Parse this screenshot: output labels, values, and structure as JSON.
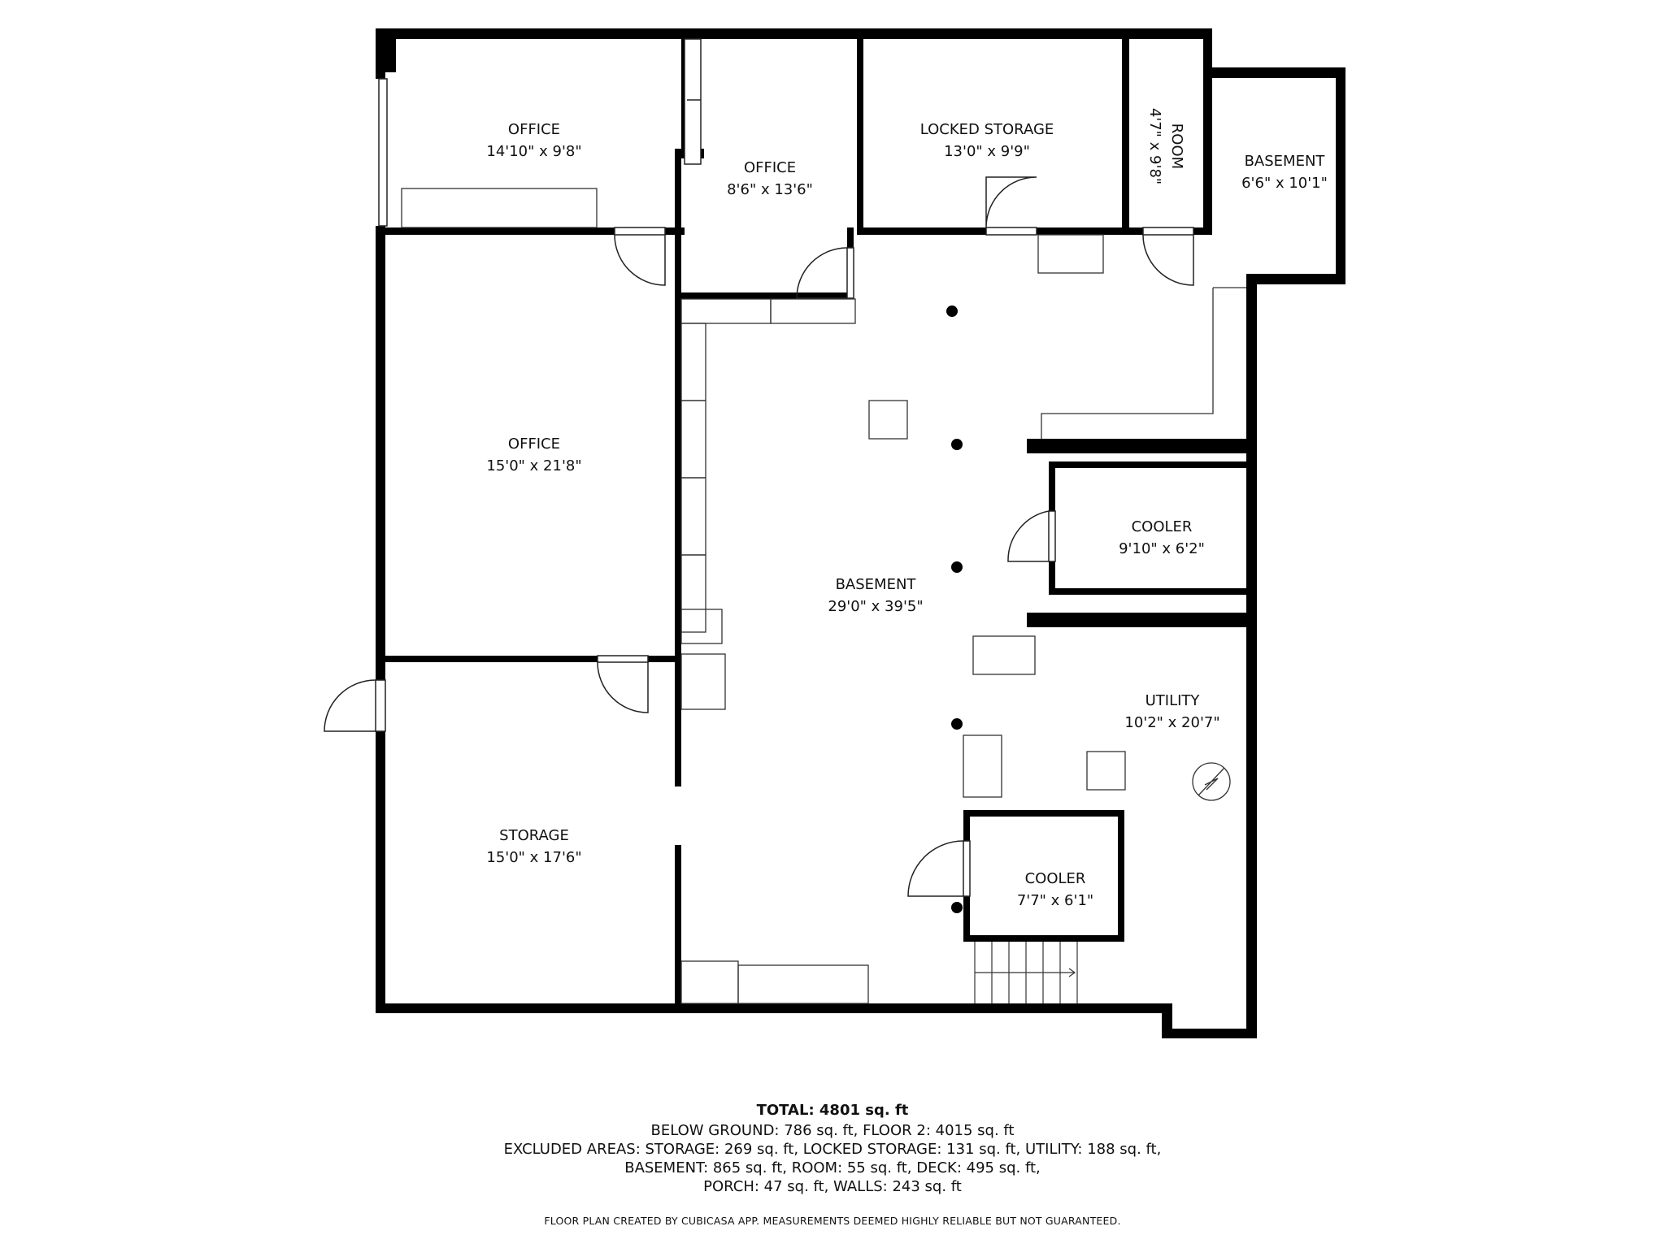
{
  "floorplan": {
    "rooms": [
      {
        "name": "OFFICE",
        "dims": "14'10\" x 9'8\""
      },
      {
        "name": "OFFICE",
        "dims": "8'6\" x 13'6\""
      },
      {
        "name": "LOCKED STORAGE",
        "dims": "13'0\" x 9'9\""
      },
      {
        "name": "ROOM",
        "dims": "4'7\" x 9'8\""
      },
      {
        "name": "BASEMENT",
        "dims": "6'6\" x 10'1\""
      },
      {
        "name": "OFFICE",
        "dims": "15'0\" x 21'8\""
      },
      {
        "name": "BASEMENT",
        "dims": "29'0\" x 39'5\""
      },
      {
        "name": "COOLER",
        "dims": "9'10\" x 6'2\""
      },
      {
        "name": "UTILITY",
        "dims": "10'2\" x 20'7\""
      },
      {
        "name": "STORAGE",
        "dims": "15'0\" x 17'6\""
      },
      {
        "name": "COOLER",
        "dims": "7'7\" x 6'1\""
      }
    ],
    "icons": {
      "water_heater": "water-heater-icon",
      "stairs": "stairs-icon",
      "column": "support-column-icon"
    },
    "wall_color": "#000000",
    "background": "#ffffff"
  },
  "summary": {
    "total": "TOTAL: 4801 sq. ft",
    "line1": "BELOW GROUND: 786 sq. ft, FLOOR 2: 4015 sq. ft",
    "line2": "EXCLUDED AREAS: STORAGE: 269 sq. ft, LOCKED STORAGE: 131 sq. ft, UTILITY: 188 sq. ft,",
    "line3": "BASEMENT: 865 sq. ft, ROOM: 55 sq. ft, DECK: 495 sq. ft,",
    "line4": "PORCH: 47 sq. ft, WALLS: 243 sq. ft",
    "disclaimer": "FLOOR PLAN CREATED BY CUBICASA APP. MEASUREMENTS DEEMED HIGHLY RELIABLE BUT NOT GUARANTEED."
  }
}
